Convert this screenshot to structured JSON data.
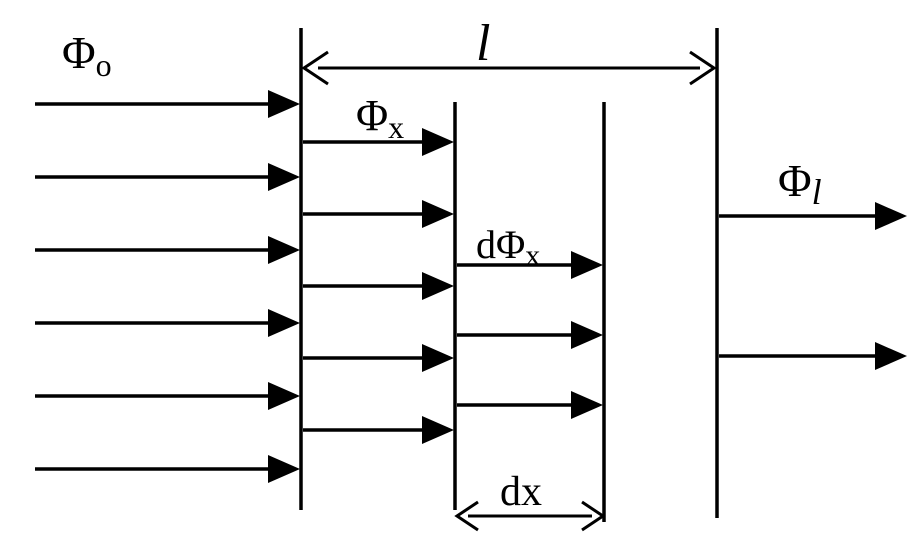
{
  "labels": {
    "phi_0_base": "Φ",
    "phi_0_sub": "o",
    "length": "l",
    "phi_x_base": "Φ",
    "phi_x_sub": "x",
    "dphi_x_base": "dΦ",
    "dphi_x_sub": "x",
    "phi_l_base": "Φ",
    "phi_l_sub": "l",
    "dx": "dx"
  },
  "flux_arrows": {
    "incident": 6,
    "transmitted_through_first_wall": 5,
    "absorbed_in_slab_dx": 3,
    "exiting": 2
  },
  "colors": {
    "ink": "#000000",
    "background": "#ffffff"
  }
}
